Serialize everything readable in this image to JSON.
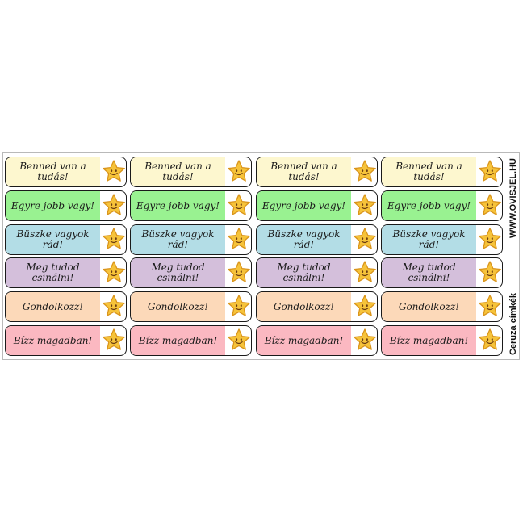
{
  "labels": [
    {
      "text": "Benned van a tudás!",
      "color": "#fdf7cf"
    },
    {
      "text": "Egyre jobb vagy!",
      "color": "#99f291"
    },
    {
      "text": "Büszke vagyok rád!",
      "color": "#b3dde6"
    },
    {
      "text": "Meg tudod csinálni!",
      "color": "#d4bfdb"
    },
    {
      "text": "Gondolkozz!",
      "color": "#fcd9b9"
    },
    {
      "text": "Bízz magadban!",
      "color": "#fbb8c1"
    }
  ],
  "columns": 4,
  "side": {
    "url": "WWW.OVISJEL.HU",
    "caption": "Ceruza címkék"
  },
  "colors": {
    "star_fill": "#f6c33a",
    "star_stroke": "#d9941b",
    "face": "#6b3d12"
  },
  "icons": [
    "star-smiley-icon"
  ]
}
